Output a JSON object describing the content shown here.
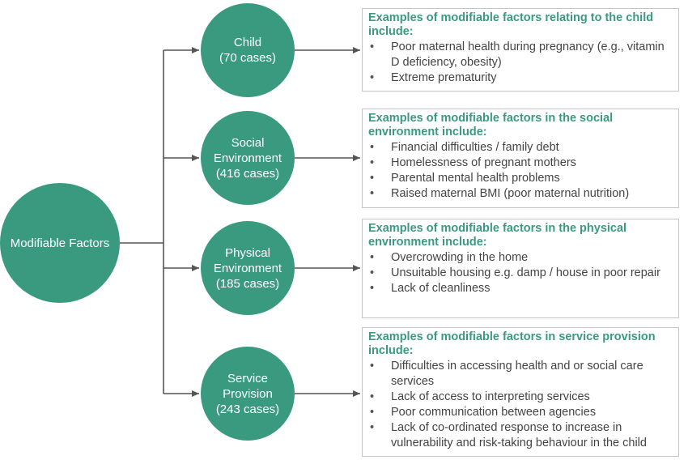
{
  "colors": {
    "node_fill": "#3a9a80",
    "connector": "#555555",
    "box_border": "#c4c4c4",
    "heading_text": "#3a9a80",
    "body_text": "#444444"
  },
  "root": {
    "label": "Modifiable Factors"
  },
  "categories": [
    {
      "label": "Child\n(70 cases)",
      "heading": "Examples of modifiable factors relating to the child include:",
      "items": [
        "Poor maternal health during pregnancy (e.g., vitamin D deficiency, obesity)",
        "Extreme prematurity"
      ]
    },
    {
      "label": "Social\nEnvironment\n(416 cases)",
      "heading": "Examples of modifiable factors in the social environment include:",
      "items": [
        "Financial difficulties / family debt",
        "Homelessness of pregnant mothers",
        "Parental mental health problems",
        "Raised maternal BMI (poor maternal nutrition)"
      ]
    },
    {
      "label": "Physical\nEnvironment\n(185 cases)",
      "heading": "Examples of modifiable factors in the physical environment include:",
      "items": [
        "Overcrowding in the home",
        "Unsuitable housing e.g. damp / house in poor repair",
        "Lack of cleanliness"
      ]
    },
    {
      "label": "Service\nProvision\n(243 cases)",
      "heading": "Examples of modifiable factors in service provision include:",
      "items": [
        "Difficulties in accessing health and or social care services",
        "Lack of access to interpreting services",
        "Poor communication between agencies",
        "Lack of co-ordinated response to increase in vulnerability and risk-taking behaviour in the child"
      ]
    }
  ]
}
